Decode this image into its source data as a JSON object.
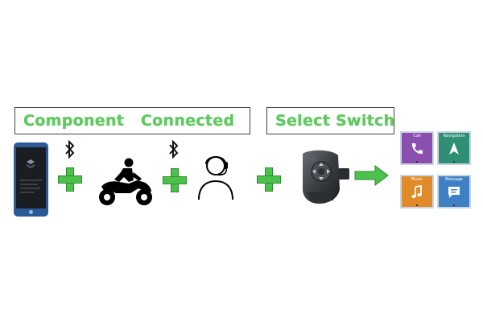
{
  "labels": {
    "component_connected": "Component   Connected",
    "select_switch": "Select Switch"
  },
  "tiles": [
    {
      "label": "Call",
      "color": "#8b4fb0",
      "icon": "phone-icon"
    },
    {
      "label": "Navigation",
      "color": "#2e8f74",
      "icon": "navigation-arrow-icon"
    },
    {
      "label": "Music",
      "color": "#e08a2a",
      "icon": "music-note-icon"
    },
    {
      "label": "Message",
      "color": "#3f7fc4",
      "icon": "message-icon"
    }
  ],
  "colors": {
    "label_green": "#5ecb5e",
    "plus_green": "#4cc24c",
    "arrow_green": "#4cc24c"
  },
  "icons": [
    "smartphone-icon",
    "bluetooth-icon",
    "motorcycle-rider-icon",
    "headset-person-icon",
    "handlebar-switch-icon",
    "arrow-right-icon"
  ]
}
